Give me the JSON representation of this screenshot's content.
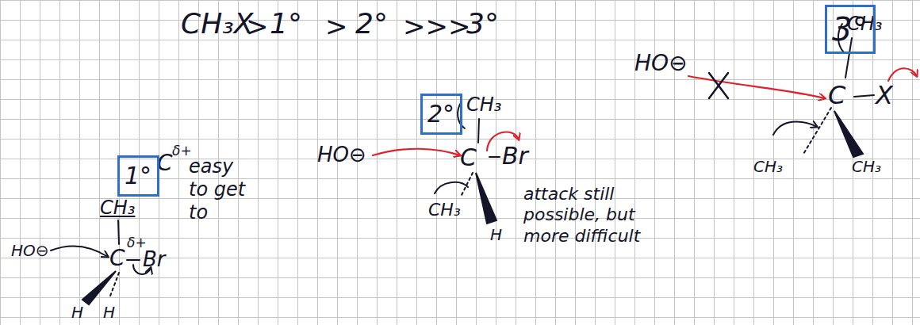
{
  "diagram": {
    "nodes": [
      {
        "text": [
          "1°"
        ]
      },
      {
        "text": [
          "2°"
        ]
      },
      {
        "text": [
          "3°"
        ]
      }
    ],
    "labels": [
      "CH₃X",
      ">",
      "1°",
      ">",
      "2°",
      ">>>",
      "3°",
      "C",
      "δ+",
      "easy to get to",
      "CH₃",
      "HO⊖",
      "C",
      "δ+",
      "Br",
      "H",
      "H",
      "CH₃",
      "HO⊖",
      "C",
      "Br",
      "CH₃",
      "H",
      "attack still possible, but more difficult",
      "HO⊖",
      "CH₃",
      "C",
      "X",
      "CH₃",
      "CH₃"
    ]
  }
}
